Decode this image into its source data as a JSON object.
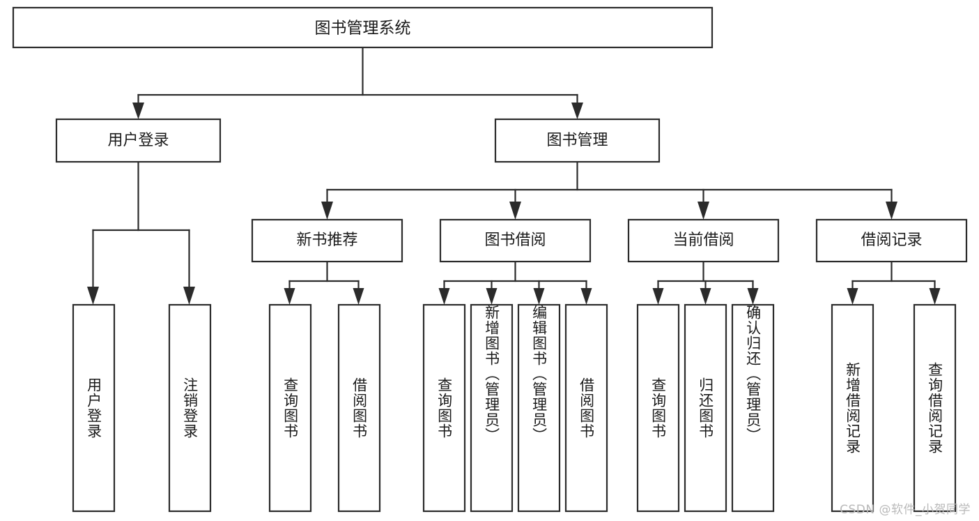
{
  "diagram": {
    "title": "图书管理系统",
    "type": "hierarchy-tree",
    "watermark": "CSDN @软件_小贺同学",
    "colors": {
      "stroke": "#2b2b2b",
      "fill": "#ffffff",
      "text": "#1a1a1a",
      "watermark": "#b9b9b9"
    },
    "levels": {
      "root": {
        "label": "图书管理系统"
      },
      "level2": [
        {
          "label": "用户登录"
        },
        {
          "label": "图书管理"
        }
      ],
      "level3": [
        {
          "label": "新书推荐"
        },
        {
          "label": "图书借阅"
        },
        {
          "label": "当前借阅"
        },
        {
          "label": "借阅记录"
        }
      ]
    },
    "leaves": {
      "user_login": [
        {
          "label": "用户登录"
        },
        {
          "label": "注销登录"
        }
      ],
      "new_book_recommend": [
        {
          "label": "查询图书"
        },
        {
          "label": "借阅图书"
        }
      ],
      "book_borrow": [
        {
          "label": "查询图书"
        },
        {
          "label": "新增图书（管理员）"
        },
        {
          "label": "编辑图书（管理员）"
        },
        {
          "label": "借阅图书"
        }
      ],
      "current_borrow": [
        {
          "label": "查询图书"
        },
        {
          "label": "归还图书"
        },
        {
          "label": "确认归还（管理员）"
        }
      ],
      "borrow_record": [
        {
          "label": "新增借阅记录"
        },
        {
          "label": "查询借阅记录"
        }
      ]
    }
  }
}
